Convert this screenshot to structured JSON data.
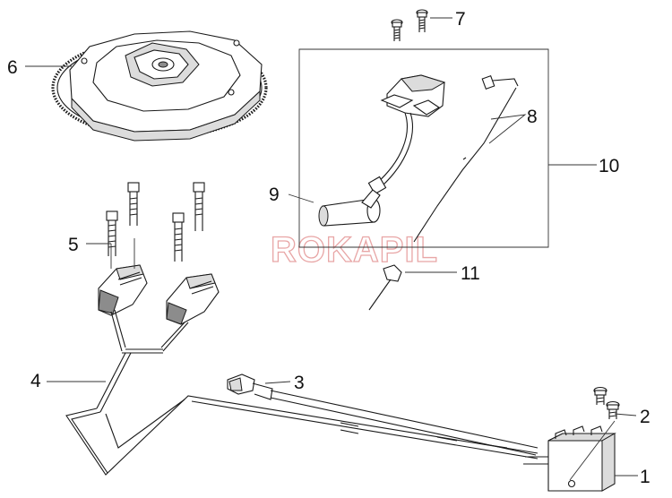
{
  "watermark": "ROKAPIL",
  "callouts": [
    {
      "id": "1",
      "label": "1"
    },
    {
      "id": "2",
      "label": "2"
    },
    {
      "id": "3",
      "label": "3"
    },
    {
      "id": "4",
      "label": "4"
    },
    {
      "id": "5",
      "label": "5"
    },
    {
      "id": "6",
      "label": "6"
    },
    {
      "id": "7",
      "label": "7"
    },
    {
      "id": "8",
      "label": "8"
    },
    {
      "id": "9",
      "label": "9"
    },
    {
      "id": "10",
      "label": "10"
    },
    {
      "id": "11",
      "label": "11"
    }
  ]
}
